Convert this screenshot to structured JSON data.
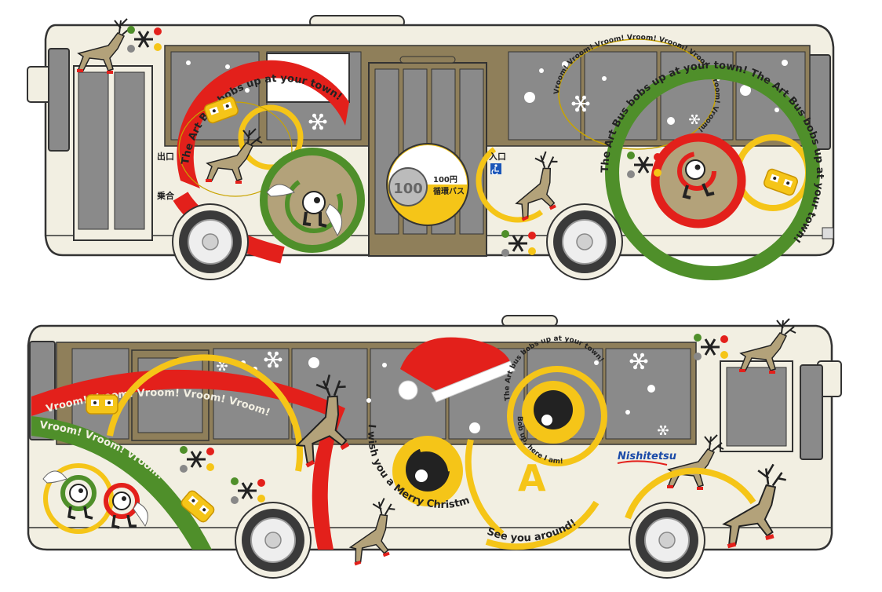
{
  "colors": {
    "body": "#f2efe2",
    "outline": "#333333",
    "window": "#8a8a8a",
    "frame": "#8f7f5a",
    "red": "#e3201b",
    "green": "#4f8f2a",
    "yellow": "#f5c518",
    "tan": "#b3a27a",
    "wheel": "#eeeeee"
  },
  "icons": [
    "reindeer-icon",
    "snowflake-icon",
    "sparkle-cluster-icon",
    "mini-bus-icon",
    "smiley-character-icon",
    "wheelchair-icon",
    "coin-icon",
    "santa-hat-icon",
    "winged-heart-icon"
  ],
  "top_bus": {
    "exit_label": "出口",
    "board_label": "乗合",
    "entry_label": "入口",
    "fare_price": "100円",
    "fare_route": "循環バス",
    "coin_value": "100",
    "slogan_big": "The Art Bus bobs up at your town! The Art Bus bobs up at your town!",
    "slogan_red": "The Art Bus bobs up at your town!",
    "vroom_small": "Vroom! Vroom! Vroom! Vroom! Vroom! Vroom! Vroom! Vroom!"
  },
  "bottom_bus": {
    "brand": "Nishitetsu",
    "vroom_red": "Vroom! Vroom! Vroom! Vroom! Vroom!",
    "vroom_green": "Vroom! Vroom! Vroom!",
    "christmas": "I wish you a Merry Christmas",
    "eye_ring": "The Art bus bobs up at your town!",
    "bob_up": "Bob up, here I am!",
    "see_you": "See you around!",
    "letter": "A"
  }
}
